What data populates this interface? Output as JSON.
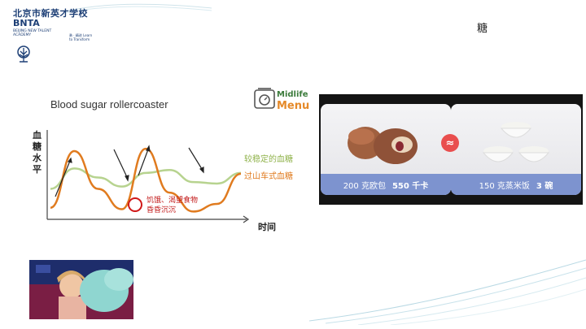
{
  "header": {
    "school_cn": "北京市新英才学校",
    "school_abbr": "BNTA",
    "school_en": "BEIJING NEW TALENT ACADEMY",
    "motto": "勇 · 精进 Learn to Transform"
  },
  "page_word": "糖",
  "chart": {
    "title": "Blood sugar rollercoaster",
    "logo_text_top": "Midlife",
    "logo_text_bottom": "Menu"
  },
  "chart_data": {
    "type": "line",
    "title": "Blood sugar rollercoaster",
    "xlabel": "时间",
    "ylabel": "血糖水平",
    "series": [
      {
        "name": "较稳定的血糖",
        "color": "#b7d38f",
        "x": [
          0,
          1,
          2,
          3,
          4,
          5,
          6,
          7,
          8
        ],
        "y": [
          0.35,
          0.62,
          0.5,
          0.38,
          0.56,
          0.6,
          0.44,
          0.42,
          0.56
        ]
      },
      {
        "name": "过山车式血糖",
        "color": "#e07b1f",
        "x": [
          0,
          1,
          2,
          3,
          4,
          5,
          6,
          7,
          8
        ],
        "y": [
          0.1,
          0.85,
          0.35,
          0.08,
          0.88,
          0.3,
          0.05,
          0.15,
          0.55
        ]
      }
    ],
    "annotation": "饥饿、渴望食物 昏昏沉沉",
    "legend": [
      "较稳定的血糖",
      "过山车式血糖"
    ]
  },
  "legend_stable": "较稳定的血糖",
  "legend_coaster": "过山车式血糖",
  "annotation_line1": "饥饿、渴望食物",
  "annotation_line2": "昏昏沉沉",
  "ylabel_chars": [
    "血",
    "糖",
    "水",
    "平"
  ],
  "xlabel": "时间",
  "comparison": {
    "left_caption": "200 克欧包",
    "left_value": "550 千卡",
    "approx_symbol": "≈",
    "right_caption": "150 克蒸米饭",
    "right_value": "3 碗"
  },
  "colors": {
    "caption_bg": "#7d93cf",
    "approx": "#e94e4e",
    "school": "#1d3f76"
  }
}
